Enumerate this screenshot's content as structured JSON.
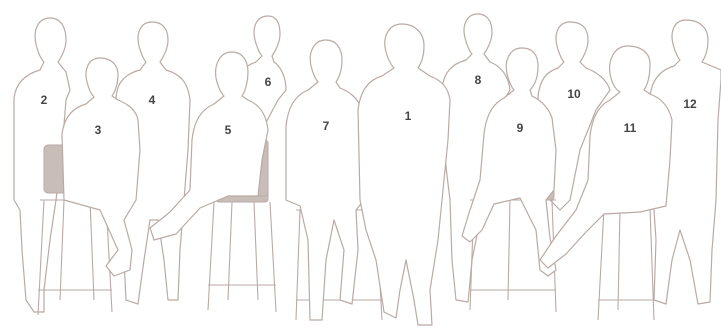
{
  "people": [
    {
      "id": "p2",
      "number": "2"
    },
    {
      "id": "p3",
      "number": "3"
    },
    {
      "id": "p4",
      "number": "4"
    },
    {
      "id": "p5",
      "number": "5"
    },
    {
      "id": "p6",
      "number": "6"
    },
    {
      "id": "p7",
      "number": "7"
    },
    {
      "id": "p1",
      "number": "1"
    },
    {
      "id": "p8",
      "number": "8"
    },
    {
      "id": "p9",
      "number": "9"
    },
    {
      "id": "p10",
      "number": "10"
    },
    {
      "id": "p11",
      "number": "11"
    },
    {
      "id": "p12",
      "number": "12"
    }
  ],
  "colors": {
    "outline": "#b9aaa4",
    "seat": "#c9bdb8",
    "label": "#444444",
    "background": "#ffffff"
  }
}
